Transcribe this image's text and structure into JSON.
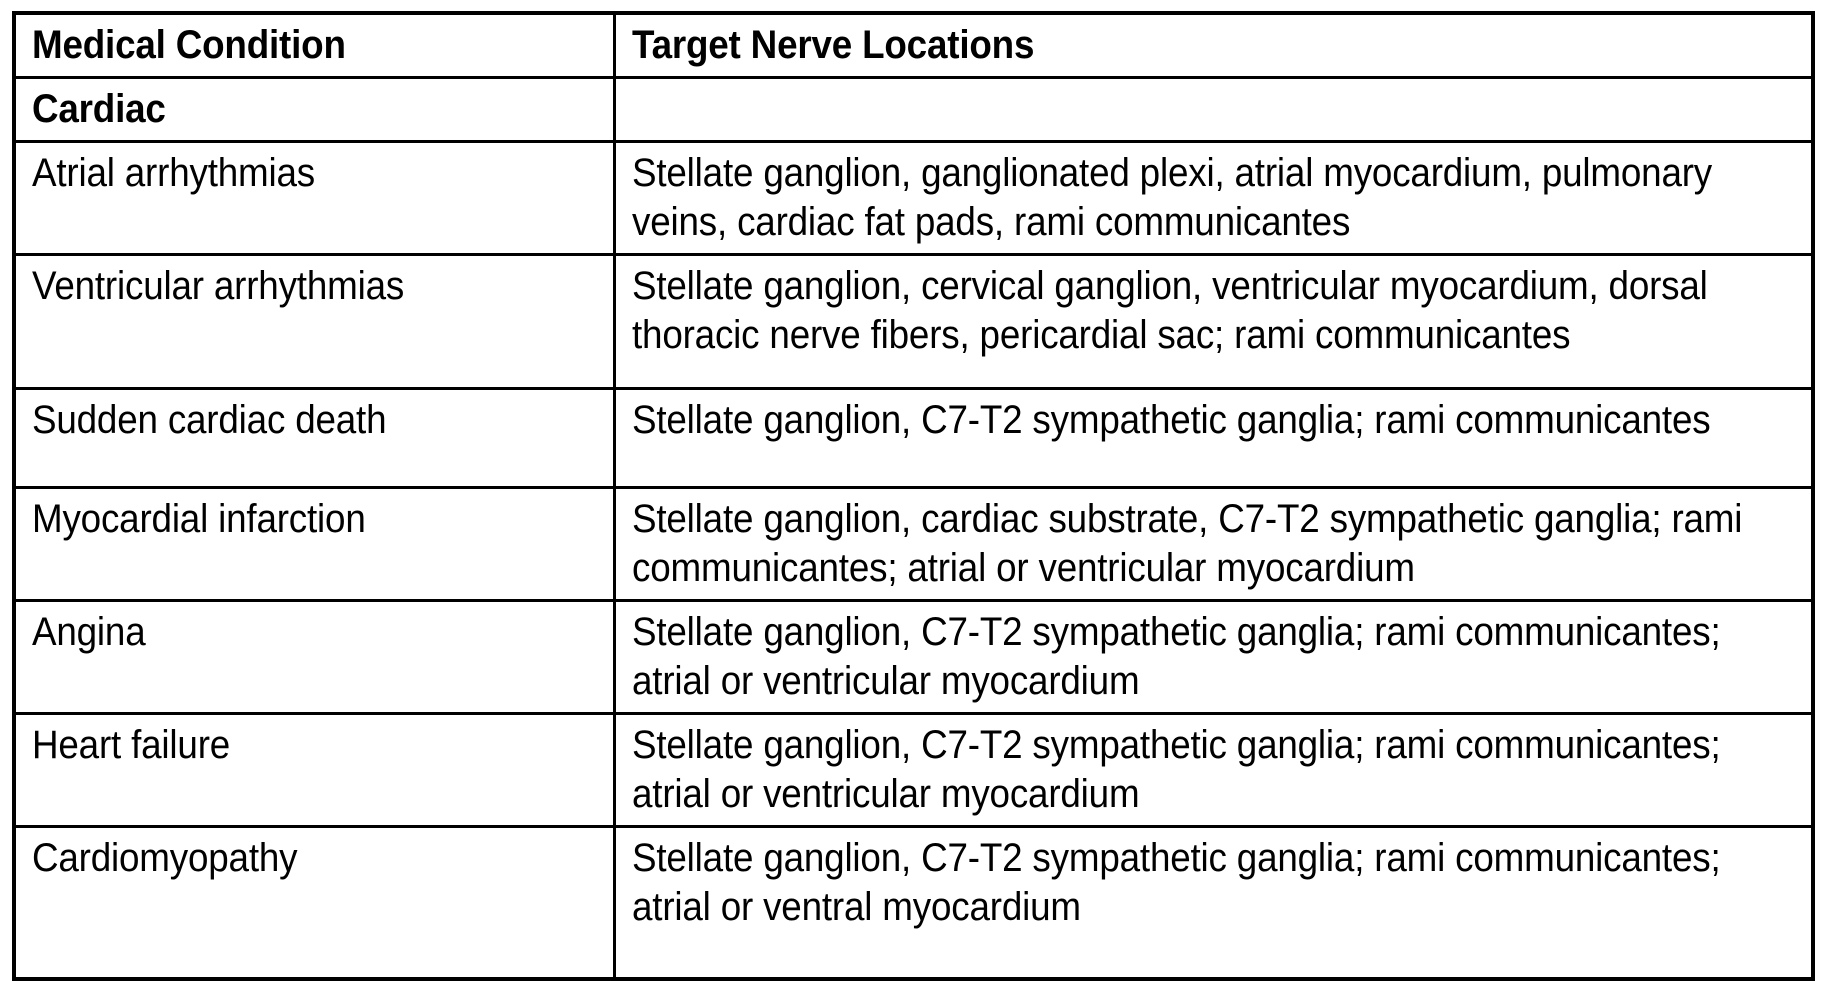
{
  "table": {
    "columns": [
      {
        "key": "condition",
        "header": "Medical Condition"
      },
      {
        "key": "target",
        "header": "Target Nerve Locations"
      }
    ],
    "group_label": "Cardiac",
    "group_target": "",
    "rows": [
      {
        "condition": "Atrial arrhythmias",
        "target": "Stellate ganglion, ganglionated plexi, atrial myocardium, pulmonary veins, cardiac fat pads, rami communicantes"
      },
      {
        "condition": "Ventricular arrhythmias",
        "target": "Stellate ganglion, cervical ganglion, ventricular myocardium, dorsal thoracic nerve fibers, pericardial sac; rami communicantes"
      },
      {
        "condition": "Sudden cardiac death",
        "target": "Stellate ganglion, C7-T2 sympathetic ganglia; rami communicantes"
      },
      {
        "condition": "Myocardial infarction",
        "target": "Stellate ganglion, cardiac substrate, C7-T2 sympathetic ganglia; rami communicantes; atrial or ventricular myocardium"
      },
      {
        "condition": "Angina",
        "target": "Stellate ganglion, C7-T2 sympathetic ganglia; rami communicantes; atrial or ventricular myocardium"
      },
      {
        "condition": "Heart failure",
        "target": "Stellate ganglion, C7-T2 sympathetic ganglia; rami communicantes; atrial or ventricular myocardium"
      },
      {
        "condition": "Cardiomyopathy",
        "target": "Stellate ganglion, C7-T2 sympathetic ganglia; rami communicantes; atrial or ventral myocardium"
      }
    ]
  },
  "style": {
    "border_color": "#000000",
    "text_color": "#000000",
    "background": "#ffffff"
  }
}
